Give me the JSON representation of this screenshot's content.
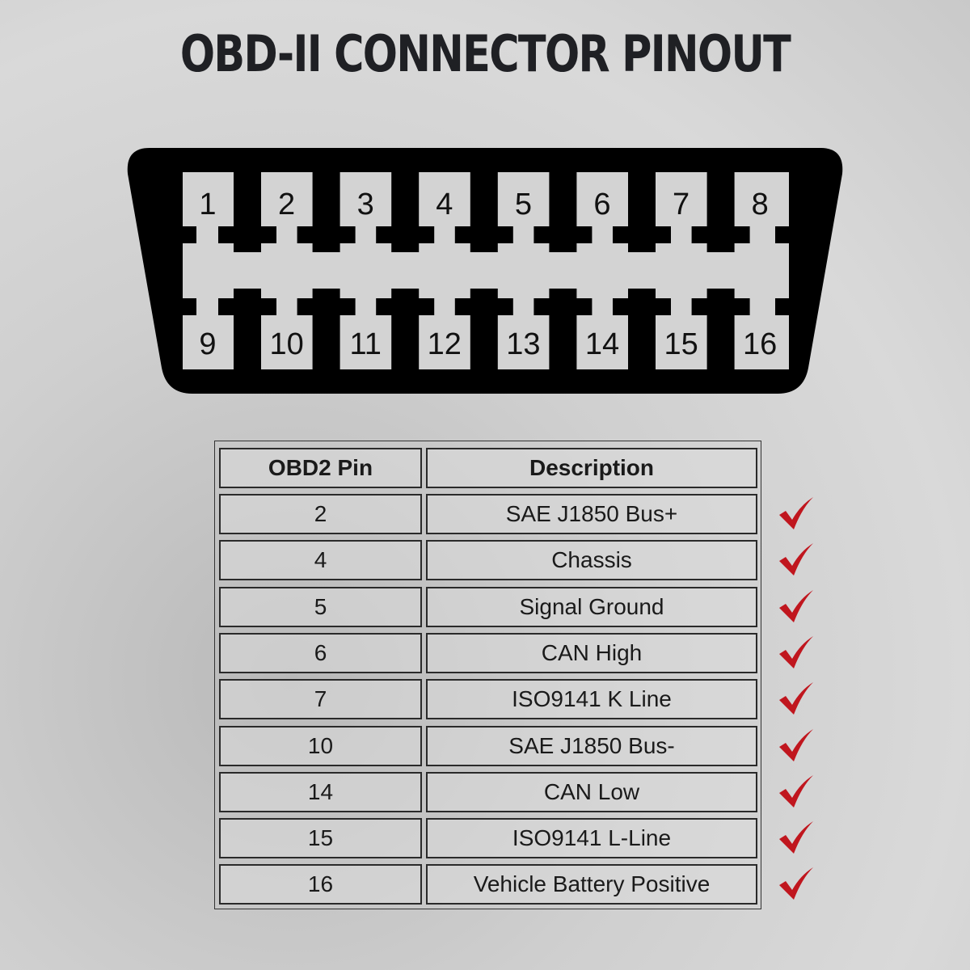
{
  "title": "OBD-II CONNECTOR PINOUT",
  "connector": {
    "top_pins": [
      "1",
      "2",
      "3",
      "4",
      "5",
      "6",
      "7",
      "8"
    ],
    "bottom_pins": [
      "9",
      "10",
      "11",
      "12",
      "13",
      "14",
      "15",
      "16"
    ]
  },
  "table": {
    "headers": [
      "OBD2 Pin",
      "Description"
    ],
    "rows": [
      {
        "pin": "2",
        "desc": "SAE J1850 Bus+"
      },
      {
        "pin": "4",
        "desc": "Chassis"
      },
      {
        "pin": "5",
        "desc": "Signal Ground"
      },
      {
        "pin": "6",
        "desc": "CAN High"
      },
      {
        "pin": "7",
        "desc": "ISO9141 K Line"
      },
      {
        "pin": "10",
        "desc": "SAE J1850 Bus-"
      },
      {
        "pin": "14",
        "desc": "CAN Low"
      },
      {
        "pin": "15",
        "desc": "ISO9141 L-Line"
      },
      {
        "pin": "16",
        "desc": "Vehicle Battery Positive"
      }
    ]
  },
  "colors": {
    "check": "#c0161e",
    "connector": "#000000",
    "pin": "#d3d3d3"
  }
}
